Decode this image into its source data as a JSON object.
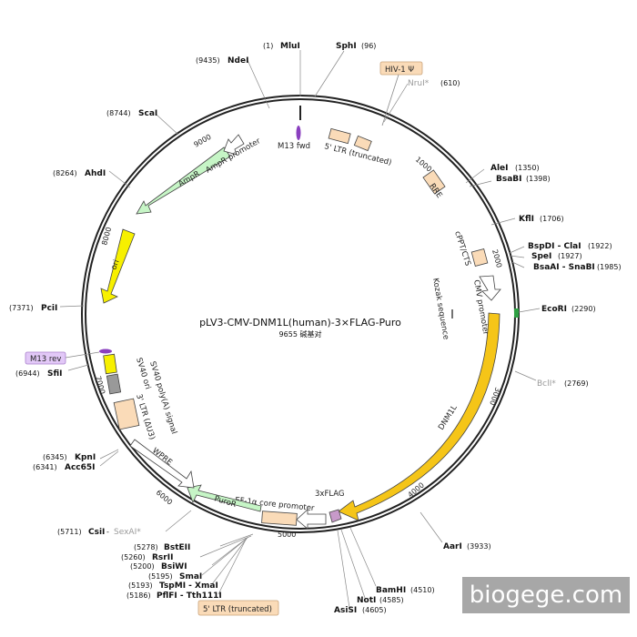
{
  "map": {
    "title": "pLV3-CMV-DNM1L(human)-3×FLAG-Puro",
    "subtitle": "9655 碱基对",
    "total_bp": 9655,
    "colors": {
      "backbone": "#222222",
      "feature_orange": "#f5c518",
      "feature_yellow": "#f7f000",
      "feature_green": "#c6f5c6",
      "feature_peach": "#fadbb8",
      "feature_grey": "#999999",
      "feature_white": "#ffffff",
      "purple": "#8a3fbf",
      "ecori_marker": "#2ea043"
    }
  },
  "ticks": [
    {
      "label": "1000"
    },
    {
      "label": "2000"
    },
    {
      "label": "3000"
    },
    {
      "label": "4000"
    },
    {
      "label": "5000"
    },
    {
      "label": "6000"
    },
    {
      "label": "7000"
    },
    {
      "label": "8000"
    },
    {
      "label": "9000"
    }
  ],
  "sites": [
    {
      "name": "MluI",
      "pos": "(1)"
    },
    {
      "name": "SphI",
      "pos": "(96)"
    },
    {
      "name": "NruI*",
      "pos": "(610)"
    },
    {
      "name": "AleI",
      "pos": "(1350)"
    },
    {
      "name": "BsaBI",
      "pos": "(1398)"
    },
    {
      "name": "KflI",
      "pos": "(1706)"
    },
    {
      "name": "BspDI - ClaI",
      "pos": "(1922)"
    },
    {
      "name": "SpeI",
      "pos": "(1927)"
    },
    {
      "name": "BsaAI - SnaBI",
      "pos": "(1985)"
    },
    {
      "name": "EcoRI",
      "pos": "(2290)"
    },
    {
      "name": "BclI*",
      "pos": "(2769)"
    },
    {
      "name": "AarI",
      "pos": "(3933)"
    },
    {
      "name": "BamHI",
      "pos": "(4510)"
    },
    {
      "name": "NotI",
      "pos": "(4585)"
    },
    {
      "name": "AsiSI",
      "pos": "(4605)"
    },
    {
      "name": "BstEII",
      "pos": "(5278)"
    },
    {
      "name": "RsrII",
      "pos": "(5260)"
    },
    {
      "name": "BsiWI",
      "pos": "(5200)"
    },
    {
      "name": "SmaI",
      "pos": "(5195)"
    },
    {
      "name": "TspMI - XmaI",
      "pos": "(5193)"
    },
    {
      "name": "PflFI - Tth111I",
      "pos": "(5186)"
    },
    {
      "name": "CsiI",
      "pos": "(5711)",
      "extra": "SexAI*"
    },
    {
      "name": "KpnI",
      "pos": "(6345)"
    },
    {
      "name": "Acc65I",
      "pos": "(6341)"
    },
    {
      "name": "SfiI",
      "pos": "(6944)"
    },
    {
      "name": "PciI",
      "pos": "(7371)"
    },
    {
      "name": "AhdI",
      "pos": "(8264)"
    },
    {
      "name": "ScaI",
      "pos": "(8744)"
    },
    {
      "name": "NdeI",
      "pos": "(9435)"
    }
  ],
  "features": {
    "ampr_promoter": "AmpR promoter",
    "ampr": "AmpR",
    "ori": "ori",
    "m13_fwd": "M13 fwd",
    "ltr5": "5' LTR (truncated)",
    "hiv1": "HIV-1 Ψ",
    "rre": "RRE",
    "cppt": "cPPT/CTS",
    "cmv": "CMV promoter",
    "kozak": "Kozak sequence",
    "dnm1l": "DNM1L",
    "flag": "3xFLAG",
    "ef1a": "EF-1α core promoter",
    "puror": "PuroR",
    "ltr5_bottom": "5' LTR (truncated)",
    "wpre": "WPRE",
    "ltr3": "3' LTR (ΔU3)",
    "sv40_polya": "SV40 poly(A) signal",
    "sv40_ori": "SV40 ori",
    "m13_rev": "M13 rev"
  },
  "watermark": "biogege.com"
}
